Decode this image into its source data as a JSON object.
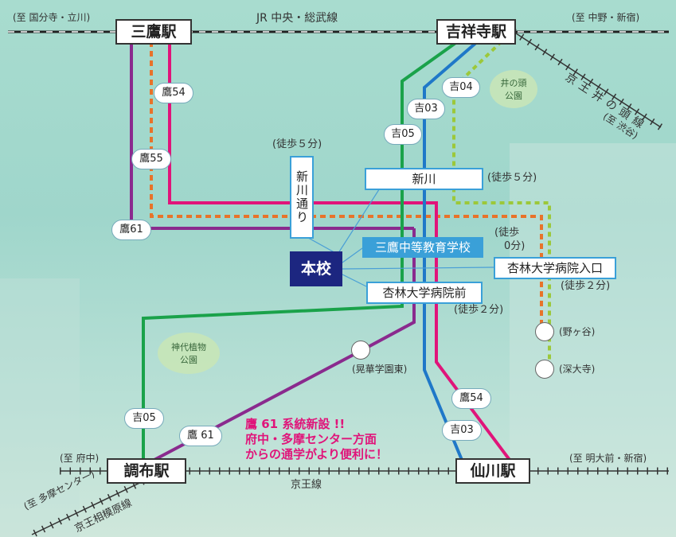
{
  "rail": {
    "jr_line": "JR 中央・総武線",
    "jr_west": "(至 国分寺・立川)",
    "jr_east": "(至 中野・新宿)",
    "inokashira_line": "京王井の頭線",
    "inokashira_dest": "(至 渋谷)",
    "keio_line": "京王線",
    "keio_west": "(至 府中)",
    "keio_east": "(至 明大前・新宿)",
    "sagamihara_line": "京王相模原線",
    "sagamihara_dest": "(至 多摩センター)"
  },
  "stations": {
    "mitaka": "三鷹駅",
    "kichijoji": "吉祥寺駅",
    "chofu": "調布駅",
    "sengawa": "仙川駅"
  },
  "bus_routes": {
    "taka54": "鷹54",
    "taka55": "鷹55",
    "taka61": "鷹61",
    "kichi04": "吉04",
    "kichi03": "吉03",
    "kichi05": "吉05",
    "taka54_b": "鷹54",
    "kichi03_b": "吉03",
    "kichi05_b": "吉05",
    "taka61_b": "鷹 61"
  },
  "stops": {
    "shinkawa_dori": "新川通り",
    "shinkawa": "新川",
    "school_name": "三鷹中等教育学校",
    "kyorin_entrance": "杏林大学病院入口",
    "kyorin_mae": "杏林大学病院前",
    "school": "本校",
    "koka": "(晃華学園東)",
    "nogaya": "(野ヶ谷)",
    "fukadaiji": "(深大寺)"
  },
  "walk": {
    "w1": "(徒歩５分)",
    "w2": "(徒歩５分)",
    "w3a": "(徒歩",
    "w3b": "0分)",
    "w4": "(徒歩２分)",
    "w5": "(徒歩２分)"
  },
  "parks": {
    "inokashira_a": "井の頭",
    "inokashira_b": "公園",
    "jindai_a": "神代植物",
    "jindai_b": "公園"
  },
  "notice": {
    "line1": "鷹 61 系統新設 !!",
    "line2": "府中・多摩センター方面",
    "line3": "からの通学がより便利に！"
  },
  "colors": {
    "purple": "#8a2a8e",
    "magenta": "#e0147a",
    "orange": "#e8732a",
    "green": "#1aa24a",
    "blue": "#1f78c8",
    "lime": "#9cc83a",
    "school": "#1c2680"
  }
}
